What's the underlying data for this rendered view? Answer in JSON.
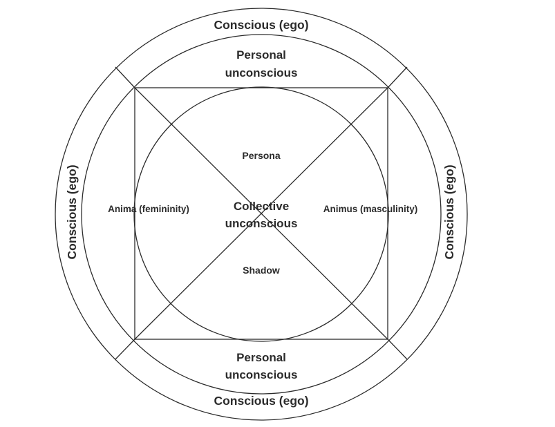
{
  "diagram": {
    "outer_ring": {
      "top": "Conscious (ego)",
      "bottom": "Conscious (ego)",
      "left": "Conscious (ego)",
      "right": "Conscious (ego)"
    },
    "middle_ring": {
      "top_line1": "Personal",
      "top_line2": "unconscious",
      "bottom_line1": "Personal",
      "bottom_line2": "unconscious"
    },
    "inner": {
      "center_line1": "Collective",
      "center_line2": "unconscious",
      "top": "Persona",
      "bottom": "Shadow",
      "left": "Anima (femininity)",
      "right": "Animus (masculinity)"
    }
  }
}
